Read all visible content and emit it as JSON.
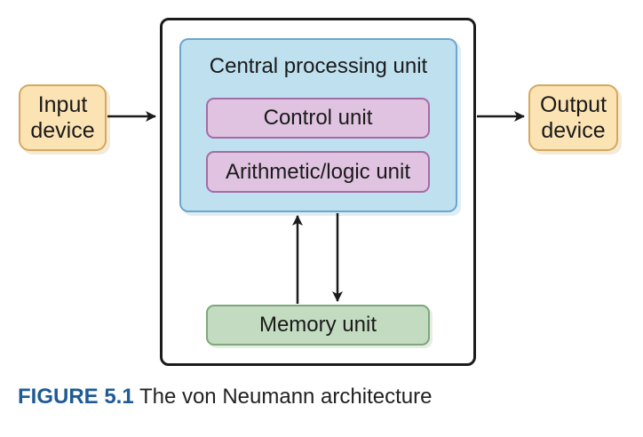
{
  "diagram": {
    "input_device": "Input\ndevice",
    "output_device": "Output\ndevice",
    "cpu": {
      "title": "Central processing unit",
      "control_unit": "Control unit",
      "alu": "Arithmetic/logic unit"
    },
    "memory_unit": "Memory unit"
  },
  "caption": {
    "figure_label": "FIGURE 5.1",
    "text": "The von Neumann architecture"
  },
  "colors": {
    "io_fill": "#fbe3b4",
    "cpu_fill": "#bfe0ef",
    "unit_fill": "#e0c3e0",
    "memory_fill": "#c3dcc1",
    "caption_label": "#1f5a95"
  }
}
